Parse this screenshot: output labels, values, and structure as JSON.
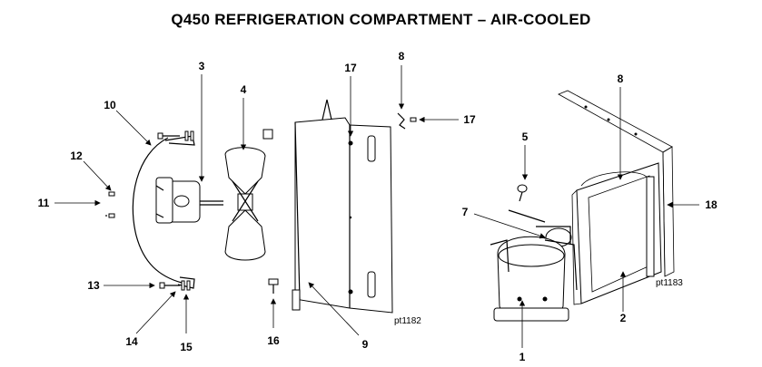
{
  "title": "Q450 REFRIGERATION COMPARTMENT – AIR-COOLED",
  "callouts": {
    "c1": "1",
    "c2": "2",
    "c3": "3",
    "c4": "4",
    "c5": "5",
    "c7": "7",
    "c8a": "8",
    "c8b": "8",
    "c9": "9",
    "c10": "10",
    "c11": "11",
    "c12": "12",
    "c13": "13",
    "c14": "14",
    "c15": "15",
    "c16": "16",
    "c17a": "17",
    "c17b": "17",
    "c18": "18"
  },
  "refs": {
    "left": "pt1182",
    "right": "pt1183"
  }
}
